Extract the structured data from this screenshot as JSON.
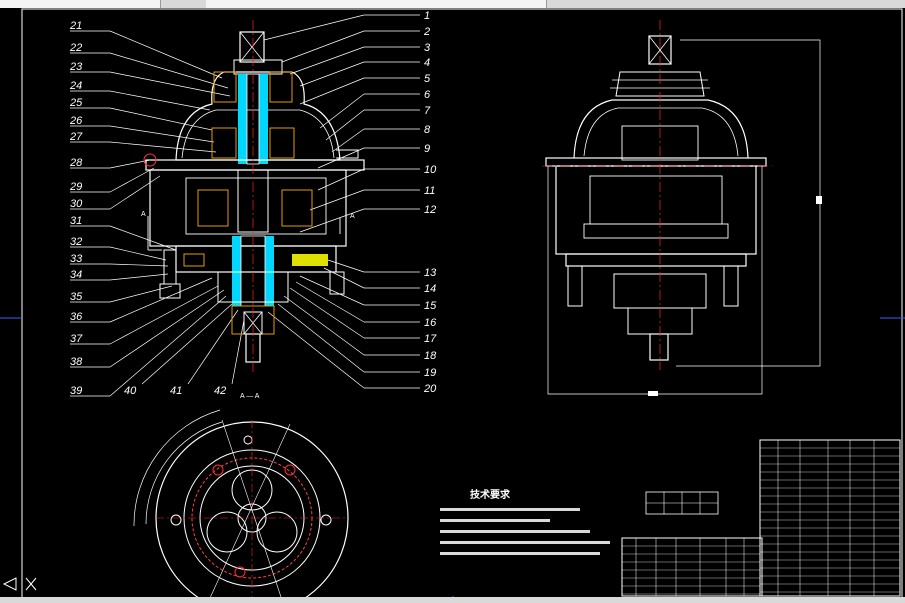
{
  "drawing": {
    "part_numbers_right": [
      "1",
      "2",
      "3",
      "4",
      "5",
      "6",
      "7",
      "8",
      "9",
      "10",
      "11",
      "12",
      "13",
      "14",
      "15",
      "16",
      "17",
      "18",
      "19",
      "20"
    ],
    "part_numbers_left": [
      "21",
      "22",
      "23",
      "24",
      "25",
      "26",
      "27",
      "28",
      "29",
      "30",
      "31",
      "32",
      "33",
      "34",
      "35",
      "36",
      "37",
      "38",
      "39",
      "40",
      "41",
      "42"
    ],
    "section_mark": "A",
    "section_view_label": "A — A",
    "tech_requirements_title": "技术要求"
  },
  "colors": {
    "background": "#000000",
    "outline": "#ffffff",
    "shaft": "#00d7ff",
    "centerline": "#ff2020",
    "hatch": "#e0a000",
    "leader": "#ffffff",
    "title_block": "#ffffff"
  }
}
